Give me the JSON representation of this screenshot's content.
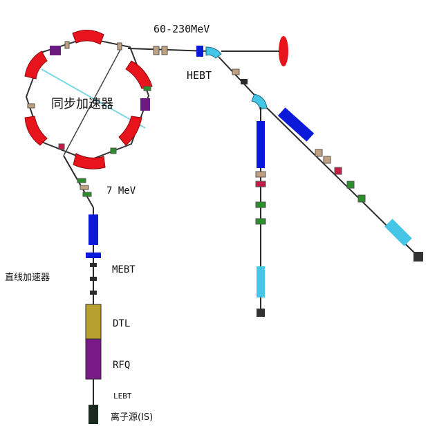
{
  "labels": {
    "synchrotron": "同步加速器",
    "energy_high": "60-230MeV",
    "hebt": "HEBT",
    "energy_inject": "7 MeV",
    "linac": "直线加速器",
    "mebt": "MEBT",
    "dtl": "DTL",
    "rfq": "RFQ",
    "lebt": "LEBT",
    "ion_source": "离子源(IS)"
  },
  "colors": {
    "dipole": "#e8141b",
    "quadrupole": "#c0a080",
    "sextupole": "#6a1b80",
    "steering": "#2a8f2a",
    "beamline": "#2a2a2a",
    "hebt_magnet": "#0a1ad8",
    "cyan_element": "#45c6e6",
    "rfq": "#7a1a88",
    "dtl": "#b8a030",
    "kicker": "#c41c48"
  }
}
